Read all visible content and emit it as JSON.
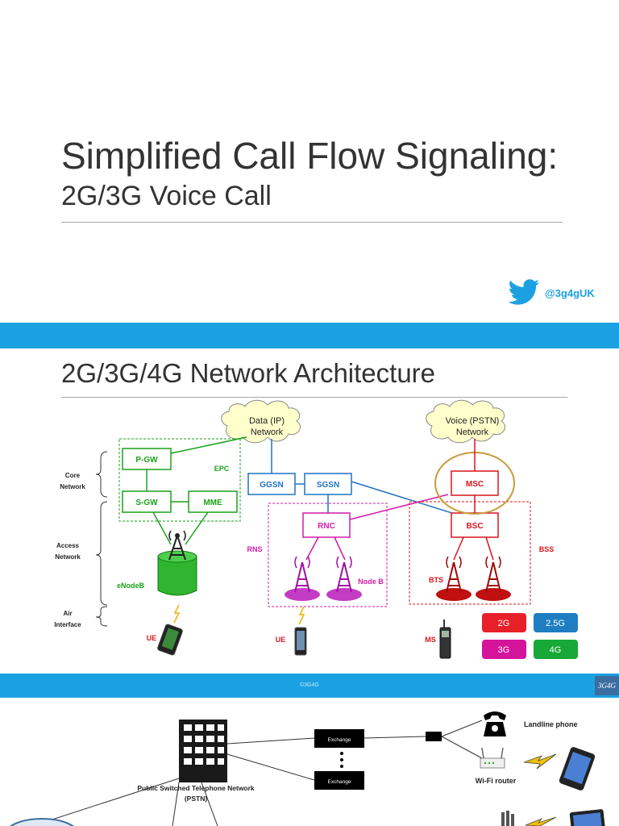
{
  "slide1": {
    "title": "Simplified Call Flow Signaling:",
    "subtitle": "2G/3G Voice Call",
    "twitter_handle": "@3g4gUK",
    "twitter_icon": "twitter-bird-icon",
    "accent_color": "#1ba1e2"
  },
  "slide2": {
    "title": "2G/3G/4G Network Architecture",
    "clouds": {
      "data_line1": "Data (IP)",
      "data_line2": "Network",
      "voice_line1": "Voice (PSTN)",
      "voice_line2": "Network"
    },
    "layers": {
      "core_line1": "Core",
      "core_line2": "Network",
      "access_line1": "Access",
      "access_line2": "Network",
      "air_line1": "Air",
      "air_line2": "Interface"
    },
    "nodes": {
      "pgw": "P-GW",
      "sgw": "S-GW",
      "mme": "MME",
      "epc": "EPC",
      "enodeb": "eNodeB",
      "ue_4g": "UE",
      "ggsn": "GGSN",
      "sgsn": "SGSN",
      "rnc": "RNC",
      "rns": "RNS",
      "nodeb": "Node B",
      "ue_3g": "UE",
      "msc": "MSC",
      "bsc": "BSC",
      "bts": "BTS",
      "bss": "BSS",
      "ms": "MS"
    },
    "legend": [
      {
        "label": "2G",
        "color": "#e8202a"
      },
      {
        "label": "2.5G",
        "color": "#1f7ec2"
      },
      {
        "label": "3G",
        "color": "#d4149b"
      },
      {
        "label": "4G",
        "color": "#17a838"
      }
    ],
    "colors": {
      "4g": "#1aa21a",
      "2_5g": "#1f72c4",
      "3g": "#d41aa8",
      "2g": "#d9141c",
      "msc_ring": "#c89a3c"
    }
  },
  "footer": {
    "copyright": "©3G4G",
    "logo": "3G4G"
  },
  "slide3": {
    "exchange_top": "Exchange",
    "exchange_bottom": "Exchange",
    "pstn_line1": "Public Switched Telephone Network",
    "pstn_line2": "(PSTN)",
    "landline": "Landline phone",
    "wifi_router": "Wi-Fi router"
  }
}
